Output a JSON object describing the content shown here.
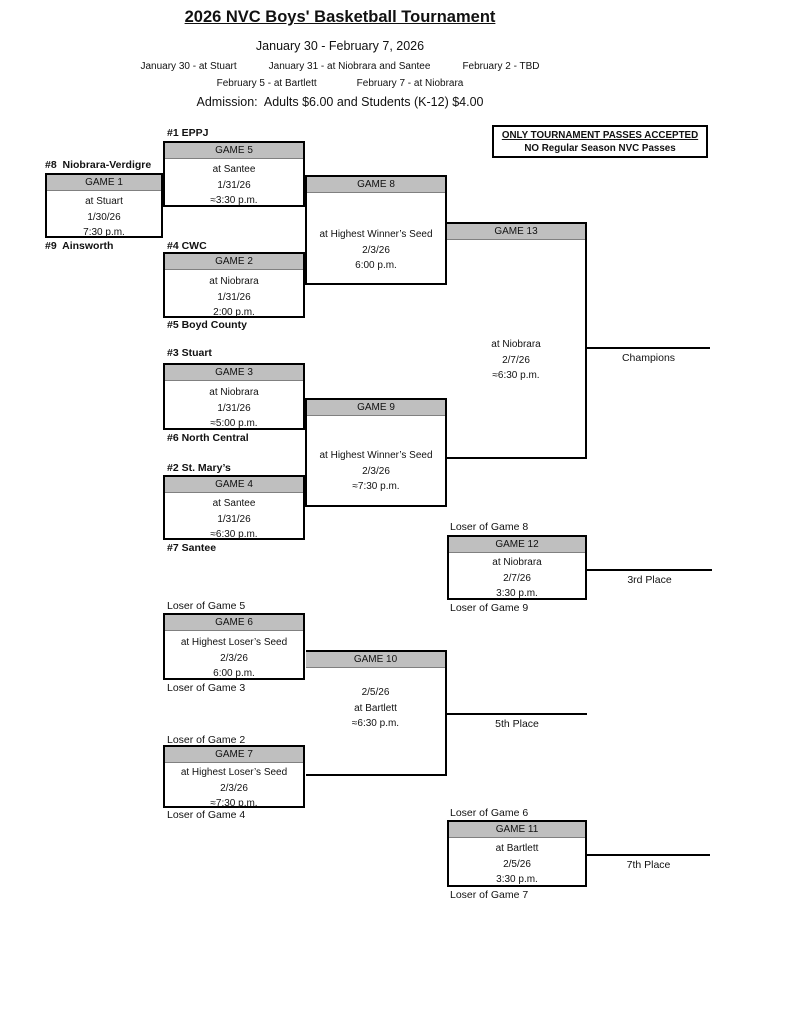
{
  "header": {
    "title": "2026 NVC Boys' Basketball Tournament",
    "date_range": "January 30 - February 7, 2026",
    "schedule1a": "January 30 - at Stuart",
    "schedule1b": "January 31 - at Niobrara and Santee",
    "schedule1c": "February 2 - TBD",
    "schedule2a": "February 5 - at Bartlett",
    "schedule2b": "February 7 - at Niobrara",
    "admission": "Admission:  Adults $6.00 and Students (K-12) $4.00"
  },
  "notice": {
    "line1": "ONLY TOURNAMENT PASSES ACCEPTED",
    "line2": "NO Regular Season NVC Passes"
  },
  "seeds": {
    "s8": "#8  Niobrara-Verdigre",
    "s9": "#9  Ainsworth",
    "s1": "#1 EPPJ",
    "s4": "#4 CWC",
    "s5": "#5 Boyd County",
    "s3": "#3 Stuart",
    "s6": "#6 North Central",
    "s2": "#2 St. Mary’s",
    "s7": "#7 Santee"
  },
  "feeders": {
    "loser5": "Loser of Game 5",
    "loser3": "Loser of Game 3",
    "loser2": "Loser of Game 2",
    "loser4": "Loser of Game 4",
    "loser8": "Loser of Game 8",
    "loser9": "Loser of Game 9",
    "loser6": "Loser of Game 6",
    "loser7": "Loser of Game 7"
  },
  "games": {
    "g1": {
      "title": "GAME 1",
      "lines": [
        "at Stuart",
        "1/30/26",
        "7:30 p.m."
      ]
    },
    "g2": {
      "title": "GAME 2",
      "lines": [
        "at Niobrara",
        "1/31/26",
        "2:00 p.m."
      ]
    },
    "g3": {
      "title": "GAME 3",
      "lines": [
        "at Niobrara",
        "1/31/26",
        "≈5:00 p.m."
      ]
    },
    "g4": {
      "title": "GAME 4",
      "lines": [
        "at Santee",
        "1/31/26",
        "≈6:30 p.m."
      ]
    },
    "g5": {
      "title": "GAME 5",
      "lines": [
        "at Santee",
        "1/31/26",
        "≈3:30 p.m."
      ]
    },
    "g6": {
      "title": "GAME 6",
      "lines": [
        "at Highest Loser’s Seed",
        "2/3/26",
        "6:00 p.m."
      ]
    },
    "g7": {
      "title": "GAME 7",
      "lines": [
        "at Highest Loser’s Seed",
        "2/3/26",
        "≈7:30 p.m."
      ]
    },
    "g8": {
      "title": "GAME 8",
      "lines": [
        "at Highest Winner’s Seed",
        "2/3/26",
        "6:00 p.m."
      ]
    },
    "g9": {
      "title": "GAME 9",
      "lines": [
        "at Highest Winner’s Seed",
        "2/3/26",
        "≈7:30 p.m."
      ]
    },
    "g10": {
      "title": "GAME 10",
      "lines": [
        "2/5/26",
        "at Bartlett",
        "≈6:30 p.m."
      ]
    },
    "g11": {
      "title": "GAME 11",
      "lines": [
        "at Bartlett",
        "2/5/26",
        "3:30 p.m."
      ]
    },
    "g12": {
      "title": "GAME 12",
      "lines": [
        "at Niobrara",
        "2/7/26",
        "3:30 p.m."
      ]
    },
    "g13": {
      "title": "GAME 13",
      "lines": [
        "at Niobrara",
        "2/7/26",
        "≈6:30 p.m."
      ]
    }
  },
  "placements": {
    "champion": "Champions",
    "third": "3rd Place",
    "fifth": "5th Place",
    "seventh": "7th Place"
  },
  "colors": {
    "bar_gray": "#bfbfbf",
    "line_black": "#000000"
  }
}
